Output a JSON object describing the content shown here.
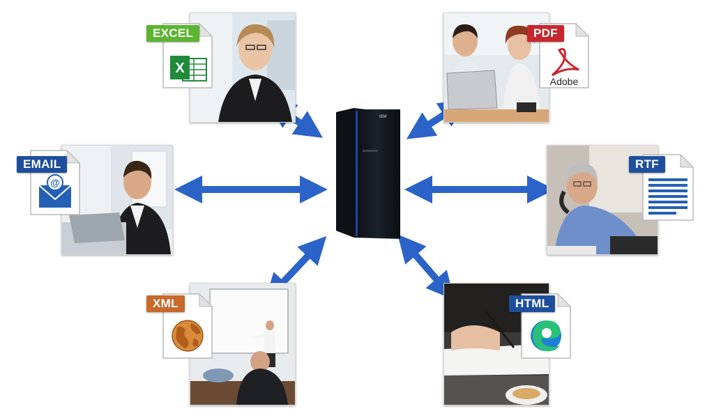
{
  "server": {
    "label": "IBM"
  },
  "formats": [
    {
      "id": "excel",
      "label": "EXCEL",
      "color": "#5cb531"
    },
    {
      "id": "email",
      "label": "EMAIL",
      "color": "#1f4f9c"
    },
    {
      "id": "xml",
      "label": "XML",
      "color": "#c86a2a"
    },
    {
      "id": "pdf",
      "label": "PDF",
      "color": "#c8262d",
      "doc_text": "Adobe"
    },
    {
      "id": "rtf",
      "label": "RTF",
      "color": "#1f4f9c"
    },
    {
      "id": "html",
      "label": "HTML",
      "color": "#1f4f9c"
    }
  ],
  "colors": {
    "arrow": "#2b63c8",
    "server": "#111418"
  },
  "icons": [
    "excel-icon",
    "email-icon",
    "globe-icon",
    "adobe-icon",
    "text-lines-icon",
    "edge-icon"
  ]
}
